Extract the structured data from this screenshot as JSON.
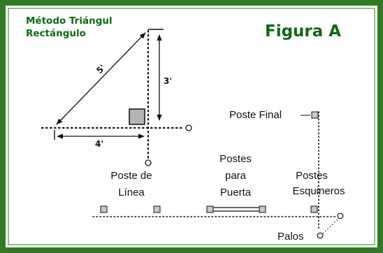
{
  "figure": {
    "title": "Figura A",
    "heading_line1": "Método Triángul",
    "heading_line2": "Rectángulo",
    "colors": {
      "frame": "#2f7a22",
      "title": "#0d6b12",
      "post_fill": "#c8c8c8",
      "square_fill": "#b4b4b4",
      "ink": "#111111"
    }
  },
  "triangle": {
    "side_5": "5'",
    "side_3": "3'",
    "side_4": "4'"
  },
  "labels": {
    "poste_final": "Poste Final",
    "poste_de": "Poste de",
    "linea": "Línea",
    "postes_1": "Postes",
    "para": "para",
    "puerta": "Puerta",
    "postes_2": "Postes",
    "esquineros": "Esquineros",
    "palos": "Palos"
  }
}
